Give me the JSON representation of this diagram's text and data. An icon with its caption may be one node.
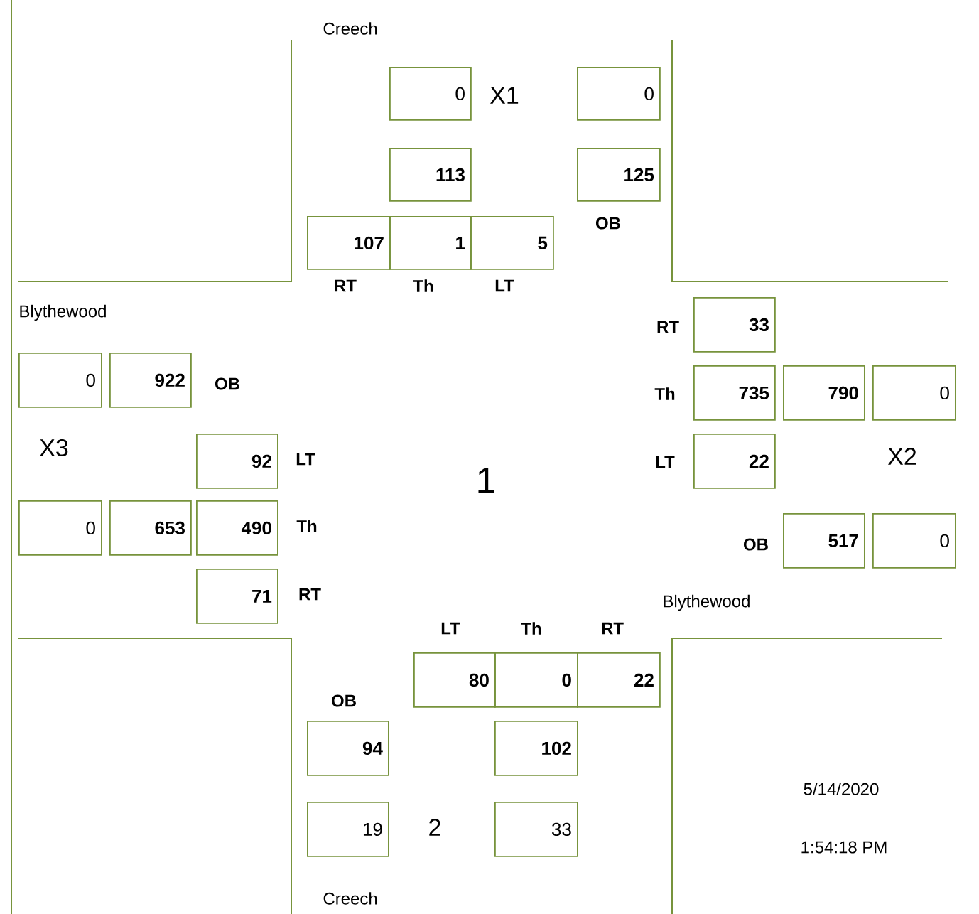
{
  "diagram": {
    "nodes": [
      {
        "text": [
          "0"
        ]
      },
      {
        "text": [
          "0"
        ]
      },
      {
        "text": [
          "113"
        ]
      },
      {
        "text": [
          "125"
        ]
      },
      {
        "text": [
          "107"
        ]
      },
      {
        "text": [
          "1"
        ]
      },
      {
        "text": [
          "5"
        ]
      },
      {
        "text": [
          "33"
        ]
      },
      {
        "text": [
          "0"
        ]
      },
      {
        "text": [
          "922"
        ]
      },
      {
        "text": [
          "735"
        ]
      },
      {
        "text": [
          "790"
        ]
      },
      {
        "text": [
          "0"
        ]
      },
      {
        "text": [
          "92"
        ]
      },
      {
        "text": [
          "22"
        ]
      },
      {
        "text": [
          "0"
        ]
      },
      {
        "text": [
          "653"
        ]
      },
      {
        "text": [
          "490"
        ]
      },
      {
        "text": [
          "517"
        ]
      },
      {
        "text": [
          "0"
        ]
      },
      {
        "text": [
          "71"
        ]
      },
      {
        "text": [
          "80"
        ]
      },
      {
        "text": [
          "0"
        ]
      },
      {
        "text": [
          "22"
        ]
      },
      {
        "text": [
          "94"
        ]
      },
      {
        "text": [
          "102"
        ]
      },
      {
        "text": [
          "19"
        ]
      },
      {
        "text": [
          "33"
        ]
      }
    ],
    "labels": [
      "Creech",
      "X1",
      "OB",
      "RT",
      "Th",
      "LT",
      "Blythewood",
      "RT",
      "OB",
      "Th",
      "X3",
      "LT",
      "LT",
      "X2",
      "1",
      "Th",
      "OB",
      "RT",
      "Blythewood",
      "LT",
      "Th",
      "RT",
      "OB",
      "2",
      "5/14/2020",
      "1:54:18 PM",
      "Creech"
    ]
  }
}
